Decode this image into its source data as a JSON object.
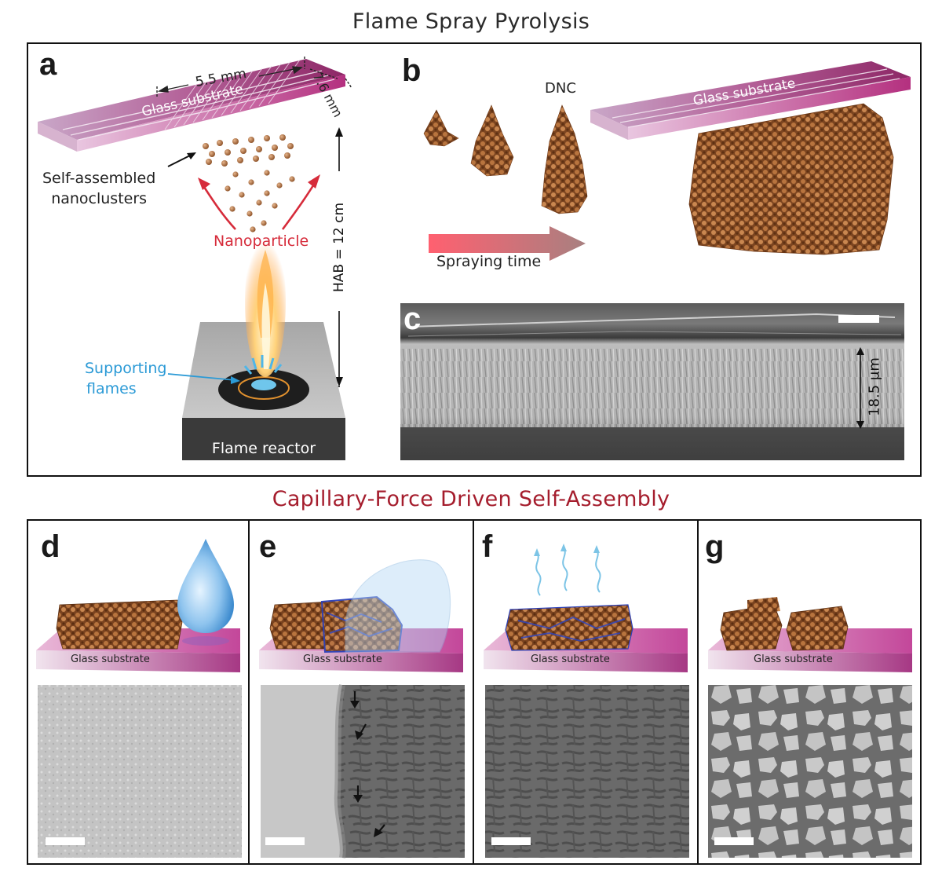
{
  "titles": {
    "top": "Flame Spray Pyrolysis",
    "bottom": "Capillary-Force Driven Self-Assembly"
  },
  "panel_a": {
    "label": "a",
    "glass_substrate": "Glass substrate",
    "width_dim": "5.5 mm",
    "depth_dim": "7.6 mm",
    "nanoclusters": "Self-assembled\nnanoclusters",
    "nanoclusters_l1": "Self-assembled",
    "nanoclusters_l2": "nanoclusters",
    "nanoparticle": "Nanoparticle",
    "hab": "HAB = 12 cm",
    "supporting_l1": "Supporting",
    "supporting_l2": "flames",
    "reactor": "Flame reactor"
  },
  "panel_b": {
    "label": "b",
    "dnc": "DNC",
    "glass_substrate": "Glass substrate",
    "arrow": "Spraying time"
  },
  "panel_c": {
    "label": "c",
    "thickness": "18.5 µm"
  },
  "panel_d": {
    "label": "d",
    "substrate": "Glass substrate"
  },
  "panel_e": {
    "label": "e",
    "substrate": "Glass substrate"
  },
  "panel_f": {
    "label": "f",
    "substrate": "Glass substrate"
  },
  "panel_g": {
    "label": "g",
    "substrate": "Glass substrate"
  },
  "colors": {
    "nanoparticle_red": "#d62b3a",
    "supporting_blue": "#2b9ad6",
    "title_red": "#a51d2d",
    "substrate_magenta": "#b0427e",
    "cluster_brown": "#a0602f"
  }
}
